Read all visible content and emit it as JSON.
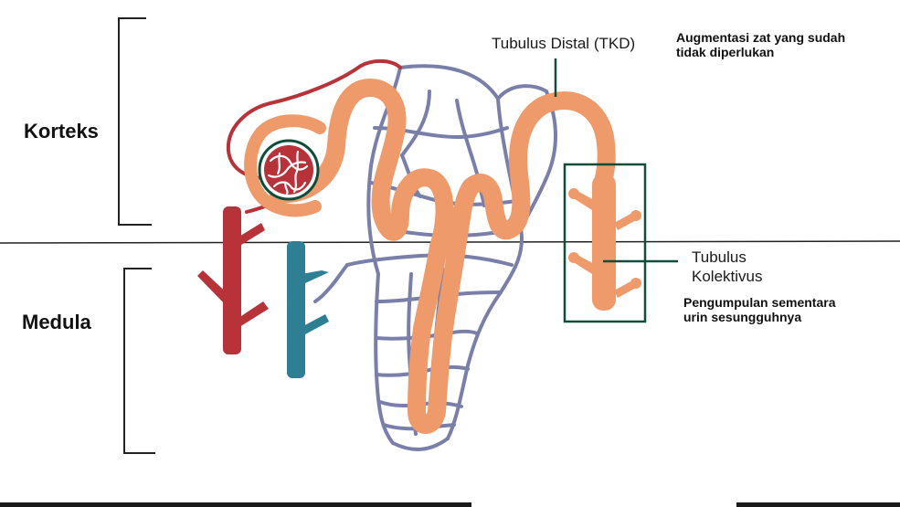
{
  "regions": {
    "cortex": "Korteks",
    "medulla": "Medula"
  },
  "labels": {
    "distal_tubule_name": "Tubulus Distal",
    "distal_tubule_abbr": "(TKD)",
    "distal_tubule_function_line1": "Augmentasi zat yang sudah",
    "distal_tubule_function_line2": "tidak diperlukan",
    "collecting_tubule_line1": "Tubulus",
    "collecting_tubule_line2": "Kolektivus",
    "collecting_function_line1": "Pengumpulan sementara",
    "collecting_function_line2": "urin sesungguhnya"
  },
  "colors": {
    "artery": "#b8323a",
    "vein": "#2e7f94",
    "capillary": "#7a7faa",
    "tubule": "#ef9a6b",
    "highlight_box": "#0f4d3a"
  }
}
